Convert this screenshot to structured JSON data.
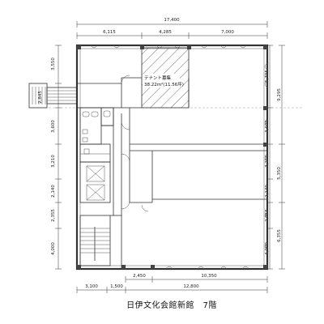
{
  "title": "日伊文化会館新館　7階",
  "tenant": {
    "name": "テナント募集",
    "area": "38.22m²(11.56坪)"
  },
  "dims": {
    "top_total": "17,400",
    "top_segments": [
      "6,115",
      "4,285",
      "7,000"
    ],
    "bottom_inner": [
      "2,450",
      "10,350"
    ],
    "bottom_outer": [
      "3,100",
      "1,500",
      "12,800"
    ],
    "left": [
      "3,550",
      "2,845",
      "3,600",
      "3,210",
      "2,140",
      "2,355",
      "4,000"
    ],
    "right_inner": [
      "5,795",
      "3,600",
      "3,210",
      "2,140",
      "2,355",
      "4,000"
    ],
    "right_outer": [
      "9,295",
      "5,350",
      "6,355"
    ]
  }
}
